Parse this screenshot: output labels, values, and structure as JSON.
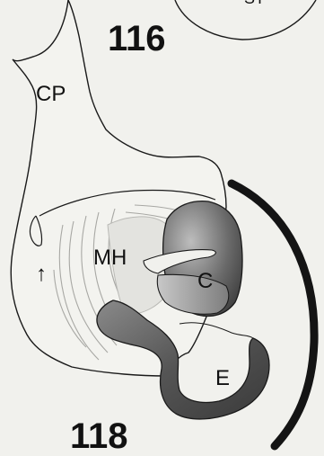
{
  "figure_numbers": {
    "top": "116",
    "bottom": "118"
  },
  "labels": {
    "cp": "CP",
    "mh": "MH",
    "c": "C",
    "e": "E",
    "arrow": "↑"
  },
  "partial_top_text": "ST",
  "colors": {
    "background": "#f1f1ed",
    "line": "#1a1a1a",
    "dark_shading": "#5a5a5a",
    "mid_shading": "#9a9a9a",
    "light_shading": "#d4d4d0"
  }
}
